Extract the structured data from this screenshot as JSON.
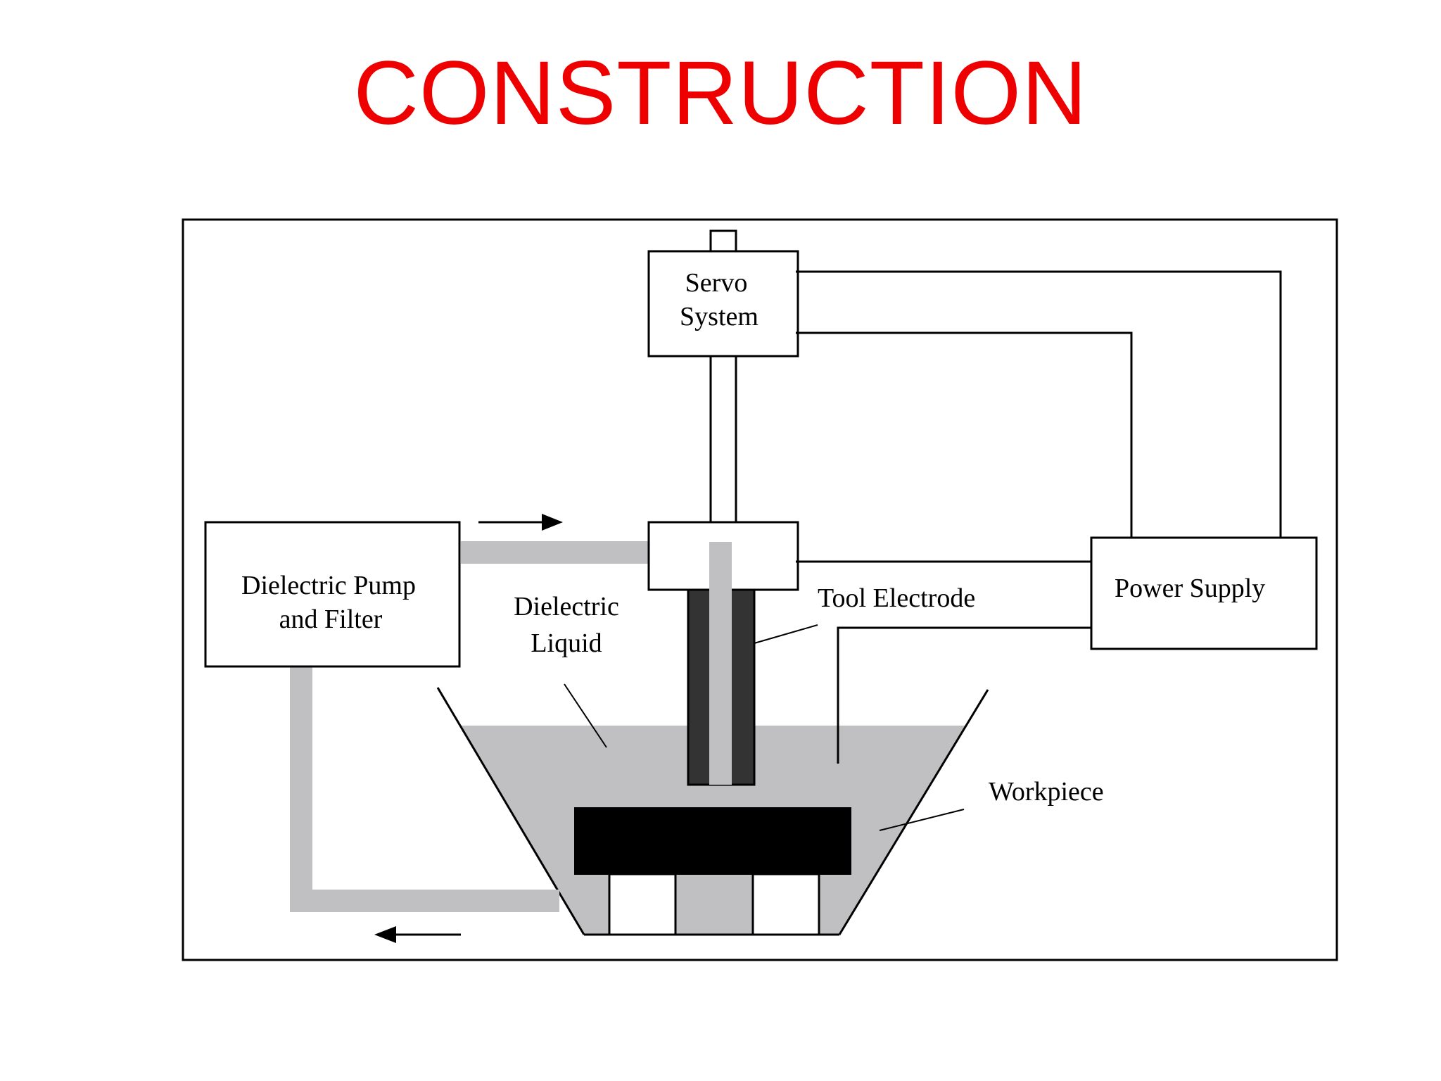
{
  "title": "CONSTRUCTION",
  "colors": {
    "title": "#ee0000",
    "line": "#000000",
    "dielectric_liquid": "#c0bfc2",
    "tube": "#c0bfc2",
    "tool_electrode": "#333333",
    "workpiece": "#000000",
    "box_fill": "#ffffff"
  },
  "labels": {
    "servo_line1": "Servo",
    "servo_line2": "System",
    "pump_line1": "Dielectric Pump",
    "pump_line2": "and Filter",
    "liquid_line1": "Dielectric",
    "liquid_line2": "Liquid",
    "tool_electrode": "Tool Electrode",
    "power_supply": "Power Supply",
    "workpiece": "Workpiece"
  },
  "icons": {
    "flow_forward": "arrow-right-icon",
    "flow_return": "arrow-left-icon"
  }
}
